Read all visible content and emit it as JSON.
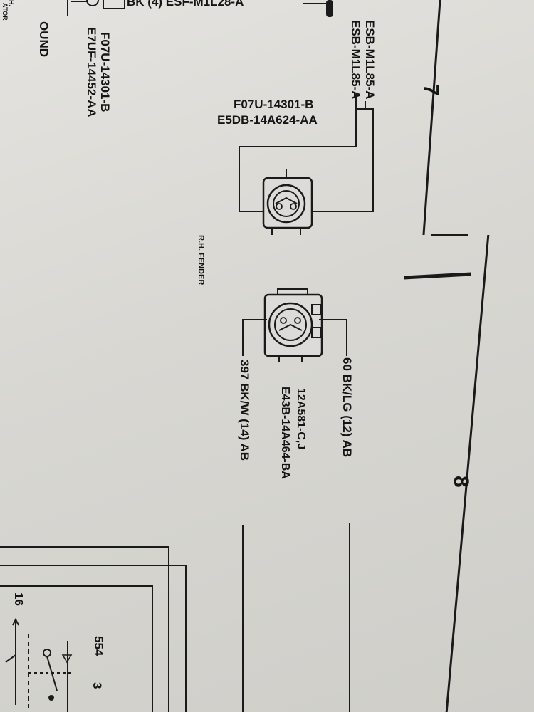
{
  "zones": {
    "zone_7": "7",
    "zone_8": "8"
  },
  "top_wire": {
    "label": "BK (4) ESF-M1L28-A"
  },
  "esb_labels": [
    "ESB-M1L85-A",
    "ESB-M1L85-A"
  ],
  "left_labels": {
    "line1": "F07U-14301-B",
    "line2": "E7UF-14452-AA"
  },
  "left_edge": {
    "ound": "OUND",
    "h": "H.",
    "ator": "ATOR"
  },
  "upper_connector": {
    "part": "F07U-14301-B",
    "number": "E5DB-14A624-AA"
  },
  "location": "R.H. FENDER",
  "lower_connector": {
    "code": "12A581-C,J",
    "number": "E43B-14A464-BA"
  },
  "wires": {
    "w60": "60  BK/LG (12) AB",
    "w397": "397  BK/W (14) AB"
  },
  "lower_left": {
    "n16": "16",
    "n554": "554",
    "n3": "3"
  }
}
